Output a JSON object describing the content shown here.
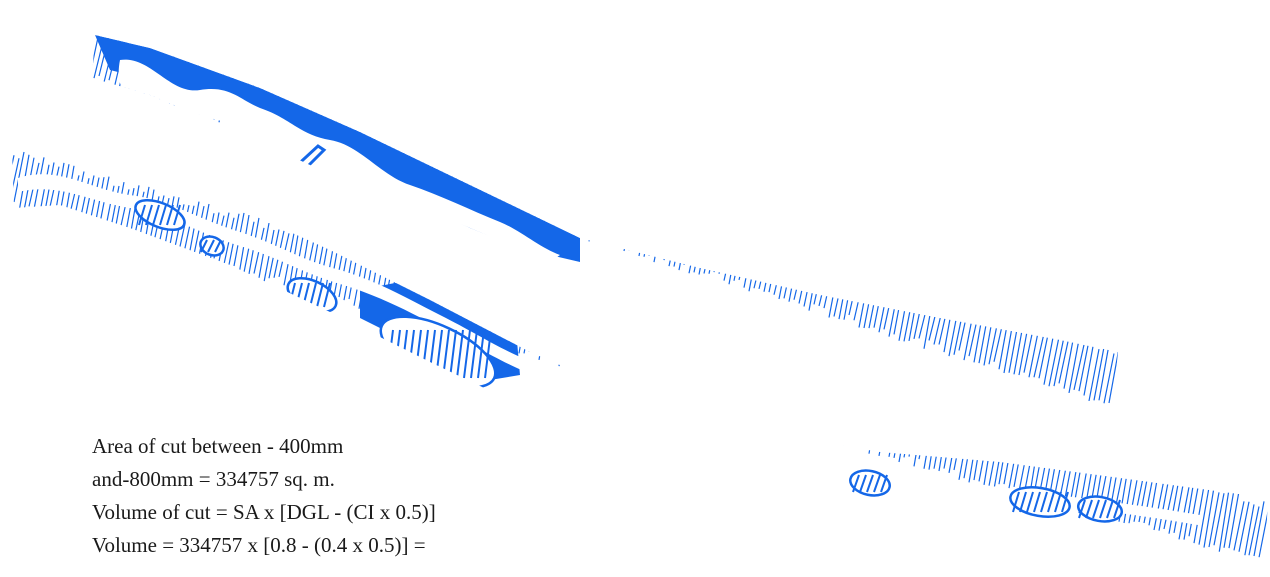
{
  "colors": {
    "accent": "#1467e8",
    "background": "#ffffff",
    "text": "#1a1a1a"
  },
  "diagram": {
    "upper_strip": "upper-cut-fill-strip",
    "lower_strip": "lower-cut-fill-strip"
  },
  "annotation": {
    "line1": "Area of cut between - 400mm",
    "line2": "and-800mm = 334757 sq. m.",
    "line3": "Volume of cut = SA x [DGL - (CI x 0.5)]",
    "line4": "Volume = 334757 x [0.8 - (0.4 x 0.5)] ="
  }
}
